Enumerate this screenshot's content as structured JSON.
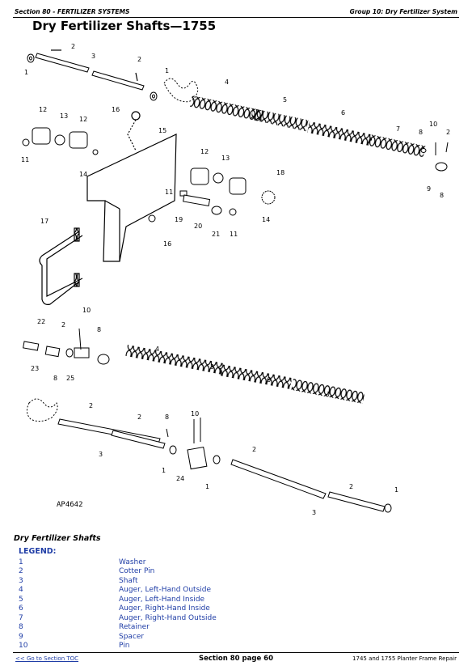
{
  "header": {
    "left": "Section 80 - FERTILIZER SYSTEMS",
    "right": "Group 10: Dry Fertilizer System"
  },
  "title": "Dry Fertilizer Shafts—1755",
  "diagram": {
    "figure_code": "AP4642",
    "callouts_top": [
      "1",
      "2",
      "3",
      "2",
      "1",
      "4",
      "5",
      "6",
      "7",
      "8",
      "10",
      "2",
      "9",
      "8",
      "12",
      "13",
      "12",
      "16",
      "15",
      "11",
      "14",
      "12",
      "13",
      "18",
      "11",
      "19",
      "20",
      "21",
      "11",
      "14",
      "16",
      "17"
    ],
    "callouts_bottom": [
      "10",
      "22",
      "2",
      "8",
      "23",
      "8",
      "25",
      "4",
      "5",
      "6",
      "7",
      "2",
      "2",
      "8",
      "10",
      "3",
      "1",
      "24",
      "1",
      "2",
      "3",
      "2",
      "1"
    ]
  },
  "caption": "Dry Fertilizer Shafts",
  "legend": {
    "heading": "LEGEND:",
    "items": [
      {
        "num": "1",
        "desc": "Washer"
      },
      {
        "num": "2",
        "desc": "Cotter Pin"
      },
      {
        "num": "3",
        "desc": "Shaft"
      },
      {
        "num": "4",
        "desc": "Auger, Left-Hand Outside"
      },
      {
        "num": "5",
        "desc": "Auger, Left-Hand Inside"
      },
      {
        "num": "6",
        "desc": "Auger, Right-Hand Inside"
      },
      {
        "num": "7",
        "desc": "Auger, Right-Hand Outside"
      },
      {
        "num": "8",
        "desc": "Retainer"
      },
      {
        "num": "9",
        "desc": "Spacer"
      },
      {
        "num": "10",
        "desc": "Pin"
      }
    ]
  },
  "footer": {
    "toc_link": "<< Go to Section TOC",
    "page": "Section 80 page 60",
    "manual": "1745 and 1755 Planter Frame Repair"
  }
}
